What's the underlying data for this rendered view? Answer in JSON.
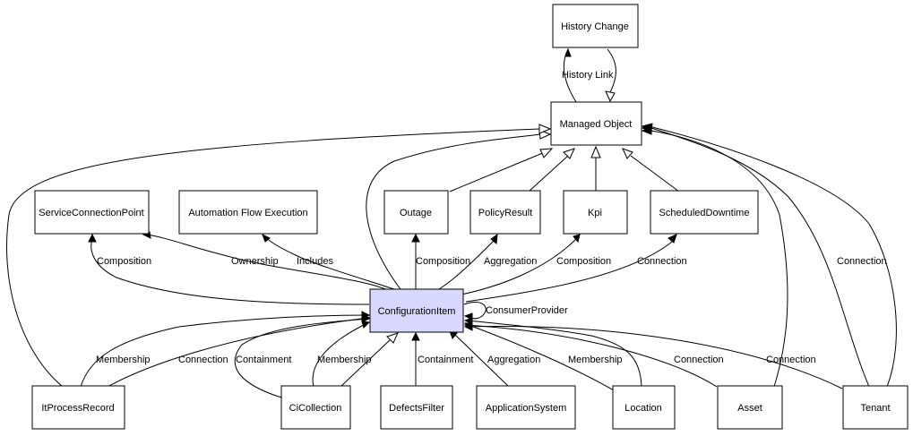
{
  "nodes": {
    "history_change": "History Change",
    "managed_object": "Managed Object",
    "service_connection_point": "ServiceConnectionPoint",
    "automation_flow_execution": "Automation Flow Execution",
    "outage": "Outage",
    "policy_result": "PolicyResult",
    "kpi": "Kpi",
    "scheduled_downtime": "ScheduledDowntime",
    "configuration_item": "ConfigurationItem",
    "it_process_record": "ItProcessRecord",
    "ci_collection": "CiCollection",
    "defects_filter": "DefectsFilter",
    "application_system": "ApplicationSystem",
    "location": "Location",
    "asset": "Asset",
    "tenant": "Tenant"
  },
  "edge_labels": {
    "history_link": "History Link",
    "composition_scp": "Composition",
    "ownership": "Ownership",
    "includes": "Includes",
    "composition_outage": "Composition",
    "aggregation_policy": "Aggregation",
    "composition_kpi": "Composition",
    "connection_downtime": "Connection",
    "consumer_provider": "ConsumerProvider",
    "membership_itprocess": "Membership",
    "connection_itprocess": "Connection",
    "containment_cicollection": "Containment",
    "membership_cicollection": "Membership",
    "containment_defects": "Containment",
    "aggregation_appsystem": "Aggregation",
    "membership_location": "Membership",
    "connection_asset": "Connection",
    "connection_tenant": "Connection",
    "connection_tenant_mo": "Connection"
  },
  "colors": {
    "central_fill": "#d8d8ff",
    "node_fill": "#ffffff",
    "stroke": "#000000"
  }
}
